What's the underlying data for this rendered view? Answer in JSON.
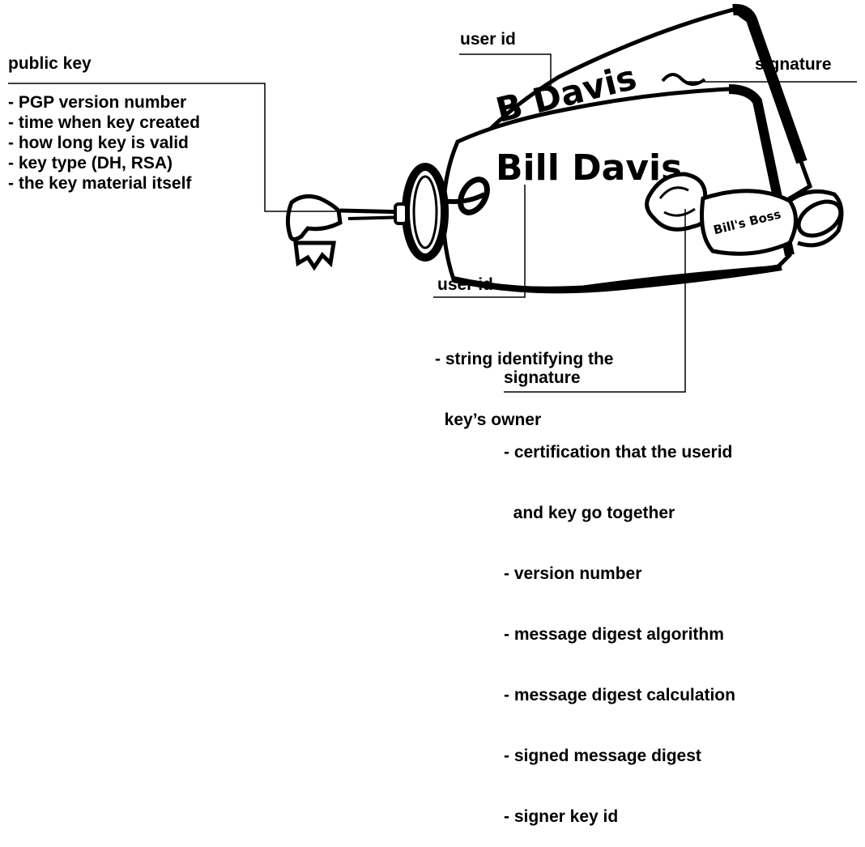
{
  "labels": {
    "public_key": {
      "title": "public key",
      "items": [
        "- PGP version number",
        "- time when key created",
        "- how long key is valid",
        "- key type (DH, RSA)",
        "- the key material itself"
      ]
    },
    "user_id_top": "user id",
    "signature_top": "signature",
    "user_id": {
      "title": "user id",
      "items": [
        "- string identifying the",
        "  key’s owner"
      ]
    },
    "signature": {
      "title": "signature",
      "items": [
        "- certification that the userid",
        "  and key go together",
        "- version number",
        "- message digest algorithm",
        "- message digest calculation",
        "- signed message digest",
        "- signer key id"
      ]
    }
  },
  "illustration": {
    "back_tag_text": "B Davis",
    "front_tag_text": "Bill Davis",
    "seal_text": "Bill's Boss"
  }
}
